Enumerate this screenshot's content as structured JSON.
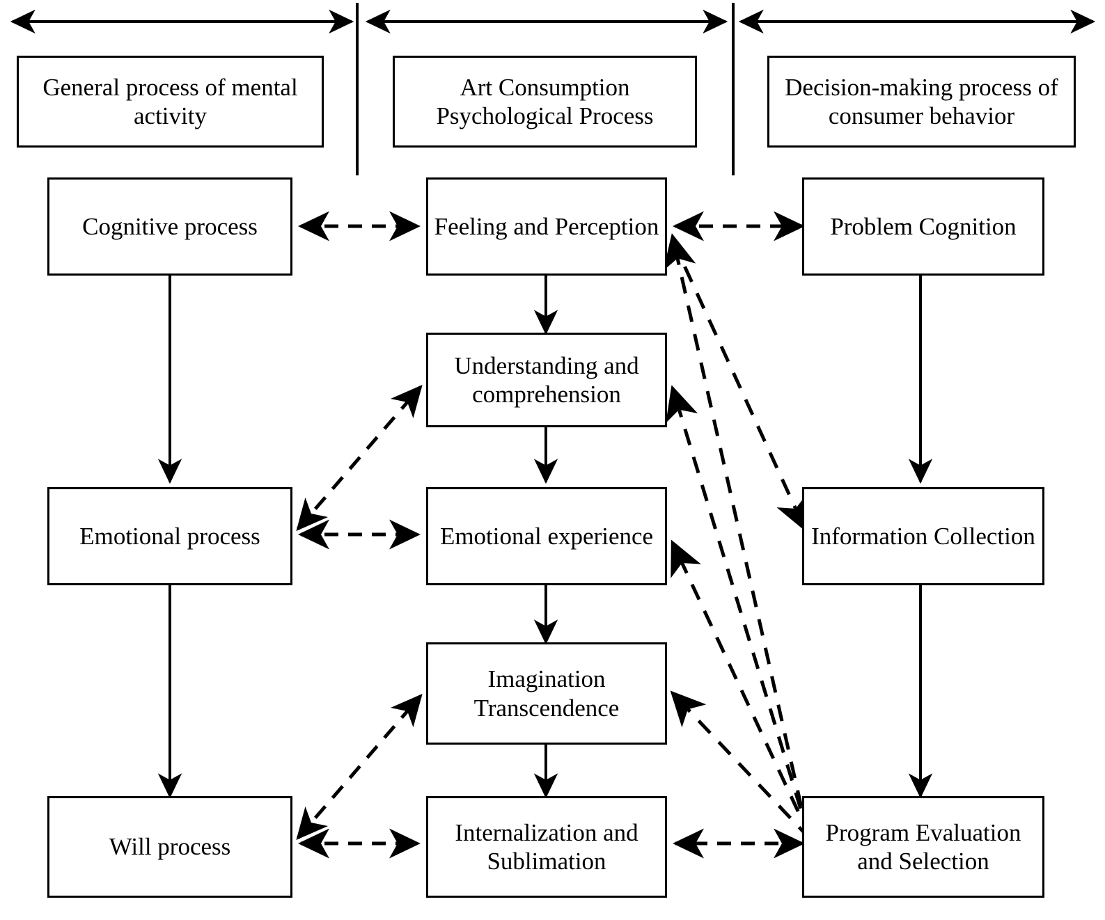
{
  "figure": {
    "title": "Art Consumption Psychological Process",
    "colors": {
      "stroke": "#000000",
      "background": "#ffffff",
      "text": "#000000"
    }
  },
  "columns": [
    {
      "id": "general",
      "header": "General process of mental activity",
      "span_label": "column-span-arrow-general"
    },
    {
      "id": "art",
      "header": "Art Consumption Psychological Process",
      "span_label": "column-span-arrow-art"
    },
    {
      "id": "consumer",
      "header": "Decision-making process of consumer behavior",
      "span_label": "column-span-arrow-consumer"
    }
  ],
  "nodes": {
    "cognitive_process": "Cognitive process",
    "emotional_process": "Emotional process",
    "will_process": "Will process",
    "feeling_and_perception": "Feeling and Perception",
    "understanding_and_comprehension": "Understanding and comprehension",
    "emotional_experience": "Emotional experience",
    "imagination_transcendence": "Imagination Transcendence",
    "internalization_and_sublimation": "Internalization and Sublimation",
    "problem_cognition": "Problem Cognition",
    "information_collection": "Information Collection",
    "program_evaluation_and_selection": "Program Evaluation and Selection"
  },
  "edges": [
    {
      "from": "cognitive_process",
      "to": "emotional_process",
      "style": "solid",
      "heads": "single"
    },
    {
      "from": "emotional_process",
      "to": "will_process",
      "style": "solid",
      "heads": "single"
    },
    {
      "from": "feeling_and_perception",
      "to": "understanding_and_comprehension",
      "style": "solid",
      "heads": "single"
    },
    {
      "from": "understanding_and_comprehension",
      "to": "emotional_experience",
      "style": "solid",
      "heads": "single"
    },
    {
      "from": "emotional_experience",
      "to": "imagination_transcendence",
      "style": "solid",
      "heads": "single"
    },
    {
      "from": "imagination_transcendence",
      "to": "internalization_and_sublimation",
      "style": "solid",
      "heads": "single"
    },
    {
      "from": "problem_cognition",
      "to": "information_collection",
      "style": "solid",
      "heads": "single"
    },
    {
      "from": "information_collection",
      "to": "program_evaluation_and_selection",
      "style": "solid",
      "heads": "single"
    },
    {
      "from": "cognitive_process",
      "to": "feeling_and_perception",
      "style": "dashed",
      "heads": "double"
    },
    {
      "from": "emotional_process",
      "to": "emotional_experience",
      "style": "dashed",
      "heads": "double"
    },
    {
      "from": "will_process",
      "to": "internalization_and_sublimation",
      "style": "dashed",
      "heads": "double"
    },
    {
      "from": "feeling_and_perception",
      "to": "problem_cognition",
      "style": "dashed",
      "heads": "double"
    },
    {
      "from": "internalization_and_sublimation",
      "to": "program_evaluation_and_selection",
      "style": "dashed",
      "heads": "double"
    },
    {
      "from": "emotional_process",
      "to": "understanding_and_comprehension",
      "style": "dashed",
      "heads": "double"
    },
    {
      "from": "will_process",
      "to": "imagination_transcendence",
      "style": "dashed",
      "heads": "double"
    },
    {
      "from": "feeling_and_perception",
      "to": "information_collection",
      "style": "dashed",
      "heads": "single"
    },
    {
      "from": "program_evaluation_and_selection",
      "to": "feeling_and_perception",
      "style": "dashed",
      "heads": "single"
    },
    {
      "from": "program_evaluation_and_selection",
      "to": "understanding_and_comprehension",
      "style": "dashed",
      "heads": "single"
    },
    {
      "from": "program_evaluation_and_selection",
      "to": "emotional_experience",
      "style": "dashed",
      "heads": "single"
    },
    {
      "from": "program_evaluation_and_selection",
      "to": "imagination_transcendence",
      "style": "dashed",
      "heads": "single"
    }
  ]
}
